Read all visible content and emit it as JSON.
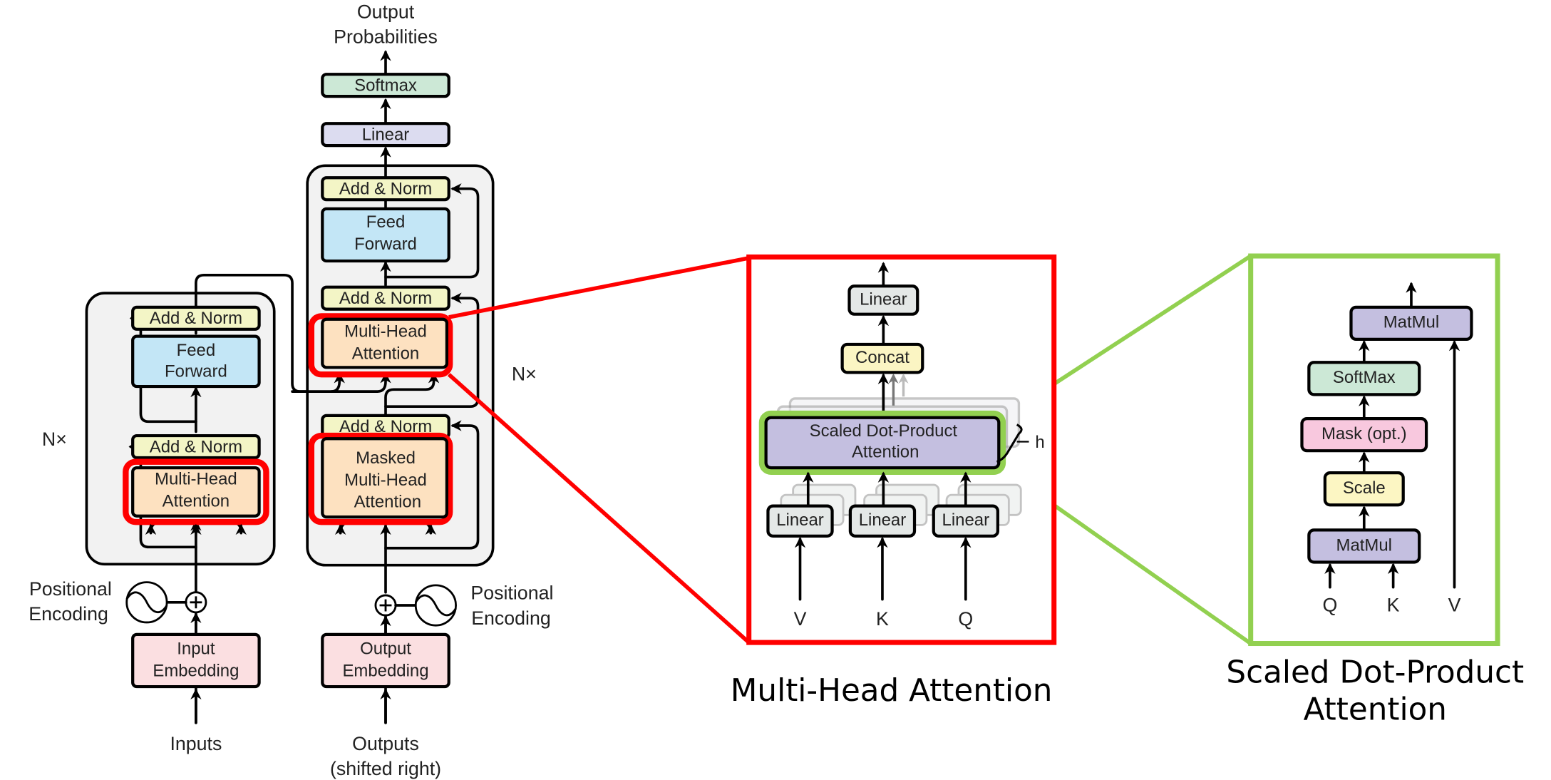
{
  "colors": {
    "add_norm": "#f3f5c6",
    "feed_forward": "#c3e6f6",
    "attention": "#fde1c0",
    "embedding": "#fbdfe1",
    "linear_top": "#dcdcf0",
    "softmax": "#cce8d6",
    "stack_bg": "#f2f2f2",
    "linear_proj": "#e4e8e7",
    "concat": "#fbf5c3",
    "sdpa": "#c4bfe0",
    "mask": "#f8c8de",
    "scale": "#fcf6c3",
    "highlight_red": "#ff0000",
    "highlight_green": "#92d050"
  },
  "encoder": {
    "repeat_label": "N×",
    "add_norm_ffn": "Add & Norm",
    "feed_forward": [
      "Feed",
      "Forward"
    ],
    "add_norm_attn": "Add & Norm",
    "attention": [
      "Multi-Head",
      "Attention"
    ],
    "positional_encoding": [
      "Positional",
      "Encoding"
    ],
    "embedding": [
      "Input",
      "Embedding"
    ],
    "input_label": "Inputs"
  },
  "decoder": {
    "repeat_label": "N×",
    "output_label": [
      "Output",
      "Probabilities"
    ],
    "softmax": "Softmax",
    "linear": "Linear",
    "add_norm_ffn": "Add & Norm",
    "feed_forward": [
      "Feed",
      "Forward"
    ],
    "add_norm_cross": "Add & Norm",
    "cross_attention": [
      "Multi-Head",
      "Attention"
    ],
    "add_norm_masked": "Add & Norm",
    "masked_attention": [
      "Masked",
      "Multi-Head",
      "Attention"
    ],
    "positional_encoding": [
      "Positional",
      "Encoding"
    ],
    "embedding": [
      "Output",
      "Embedding"
    ],
    "input_label": [
      "Outputs",
      "(shifted right)"
    ]
  },
  "multi_head_panel": {
    "caption": "Multi-Head Attention",
    "linear_out": "Linear",
    "concat": "Concat",
    "sdpa": [
      "Scaled Dot-Product",
      "Attention"
    ],
    "heads_label": "h",
    "linear_proj": [
      "Linear",
      "Linear",
      "Linear"
    ],
    "inputs": [
      "V",
      "K",
      "Q"
    ]
  },
  "sdpa_panel": {
    "caption": [
      "Scaled Dot-Product",
      "Attention"
    ],
    "matmul_top": "MatMul",
    "softmax": "SoftMax",
    "mask": "Mask (opt.)",
    "scale": "Scale",
    "matmul_bottom": "MatMul",
    "inputs": [
      "Q",
      "K",
      "V"
    ]
  }
}
